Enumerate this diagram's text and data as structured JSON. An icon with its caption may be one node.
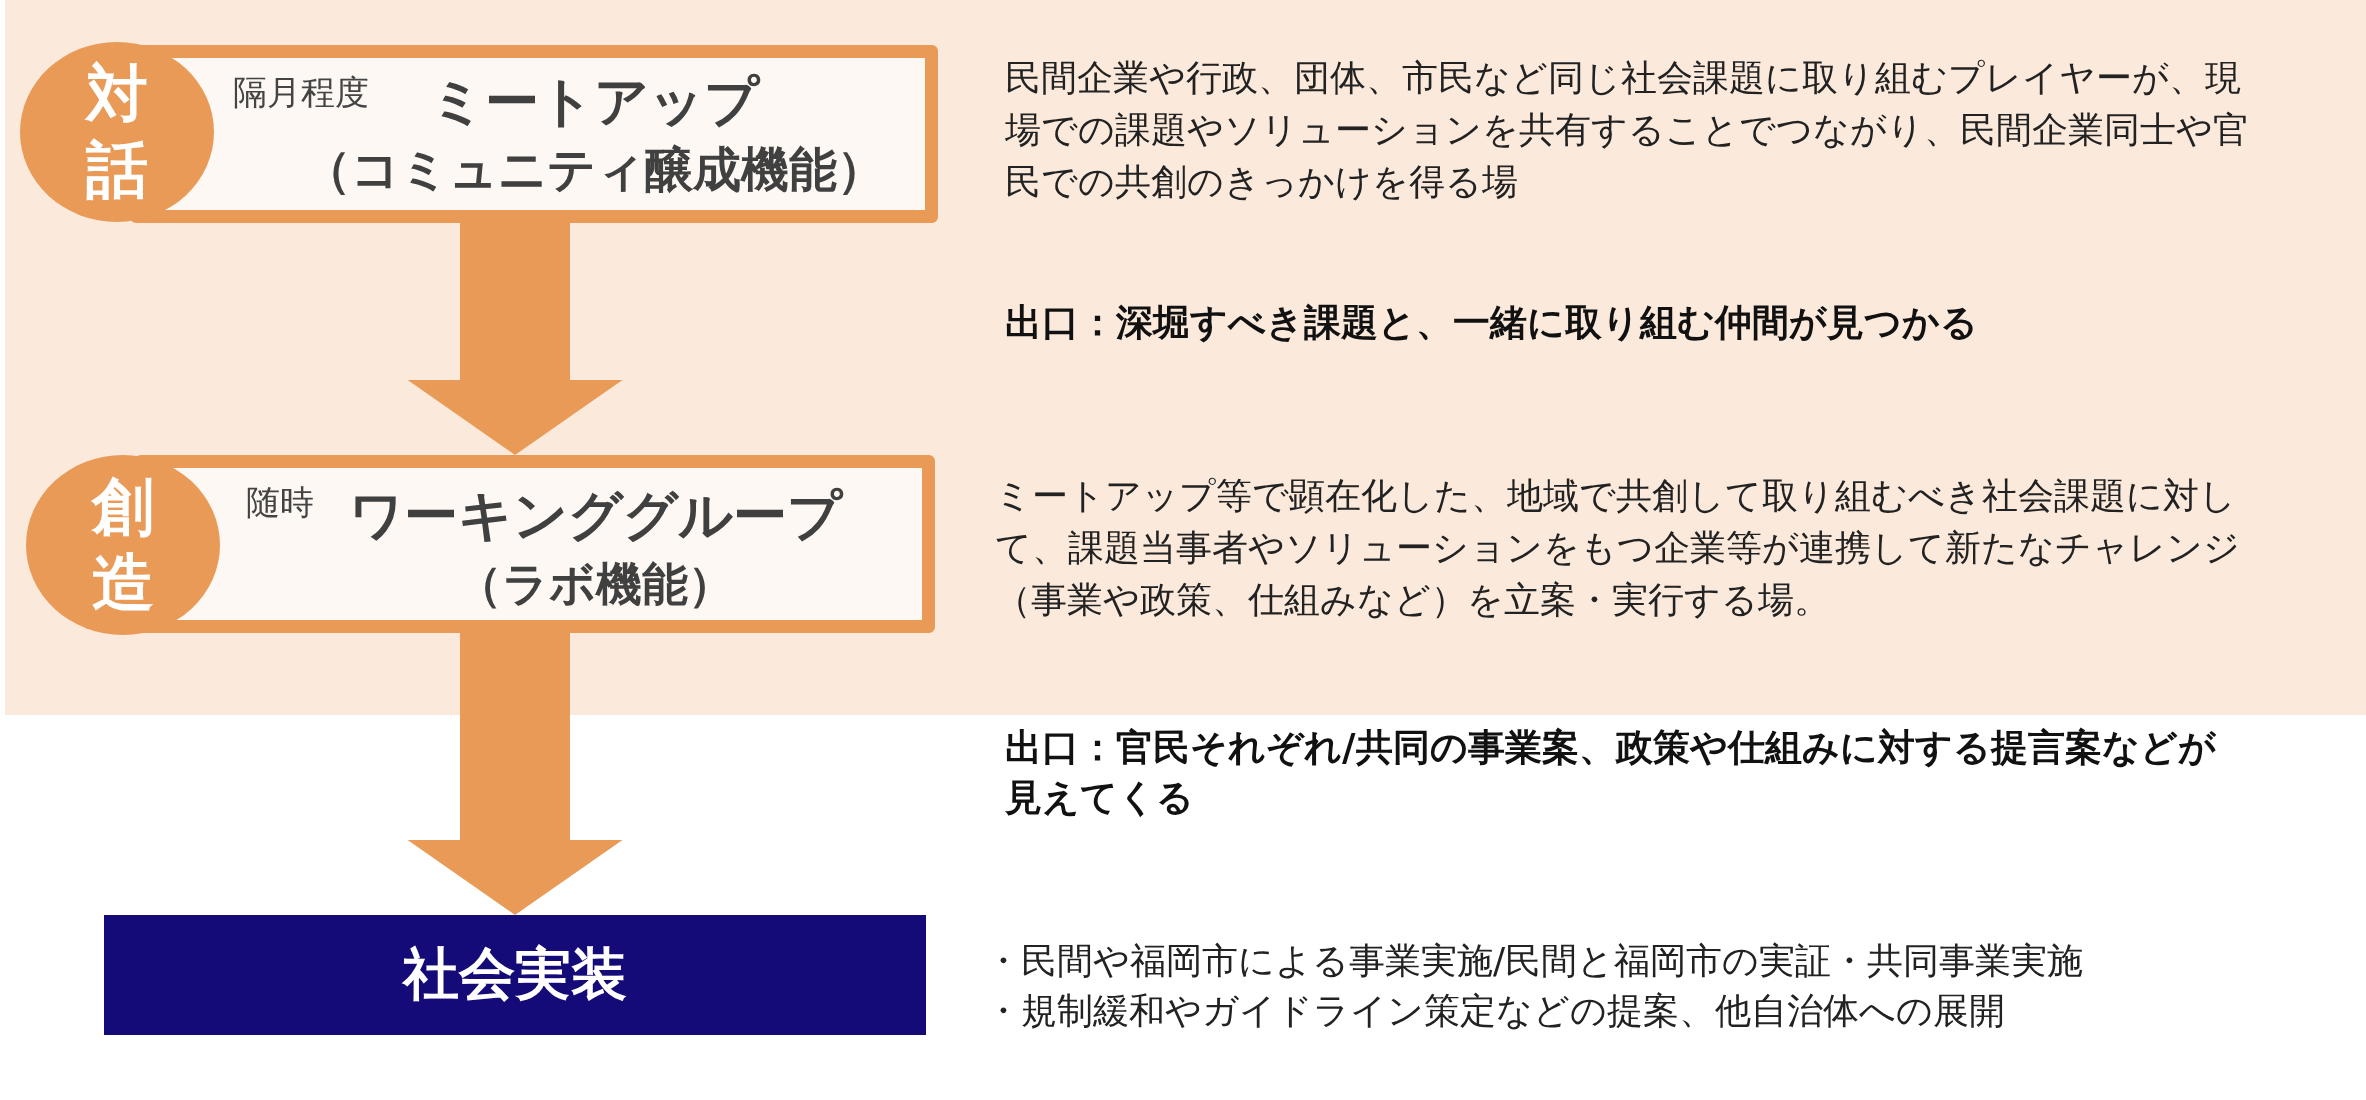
{
  "diagram": {
    "nodes": [
      {
        "text": [
          "対話"
        ]
      },
      {
        "text": [
          "隔月程度",
          "ミートアップ",
          "（コミュニティ醸成機能）"
        ],
        "beside": [
          "民間企業や行政、団体、市民など同じ社会課題に取り組むプレイヤーが、現場での課題やソリューションを共有することでつながり、民間企業同士や官民での共創のきっかけを得る場"
        ]
      },
      {
        "text": [
          "創造"
        ]
      },
      {
        "text": [
          "随時",
          "ワーキンググループ",
          "（ラボ機能）"
        ],
        "beside": [
          "ミートアップ等で顕在化した、地域で共創して取り組むべき社会課題に対して、課題当事者やソリューションをもつ企業等が連携して新たなチャレンジ（事業や政策、仕組みなど）を立案・実行する場。"
        ]
      },
      {
        "text": [
          "社会実装"
        ],
        "beside": [
          "・民間や福岡市による事業実施/民間と福岡市の実証・共同事業実施",
          "・規制緩和やガイドライン策定などの提案、他自治体への展開"
        ]
      }
    ],
    "edges": [
      {
        "from": 1,
        "to": 3,
        "arrow": "to"
      },
      {
        "from": 3,
        "to": 4,
        "arrow": "to"
      }
    ],
    "labels": [
      "出口：深堀すべき課題と、一緒に取り組む仲間が見つかる",
      "出口：官民それぞれ/共同の事業案、政策や仕組みに対する提言案などが見えてくる"
    ]
  }
}
